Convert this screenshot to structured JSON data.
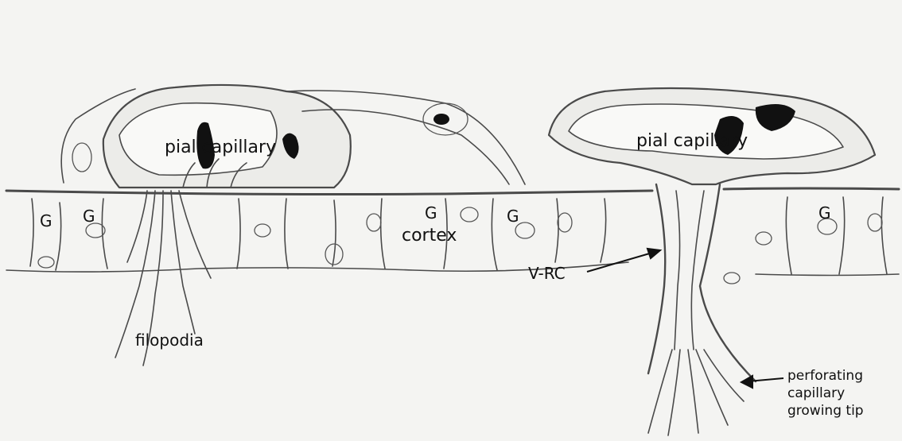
{
  "labels": {
    "pial_capillary_left": "pial capillary",
    "pial_capillary_right": "pial capillary",
    "cortex": "cortex",
    "filopodia": "filopodia",
    "vrc": "V-RC",
    "perforating_line1": "perforating",
    "perforating_line2": "capillary",
    "perforating_line3": "growing tip",
    "glia_marker": "G"
  },
  "colors": {
    "background": "#f4f4f2",
    "ink": "#3a3a3a",
    "nucleus_fill": "#111111",
    "tissue_fill": "#e9e9e6"
  }
}
